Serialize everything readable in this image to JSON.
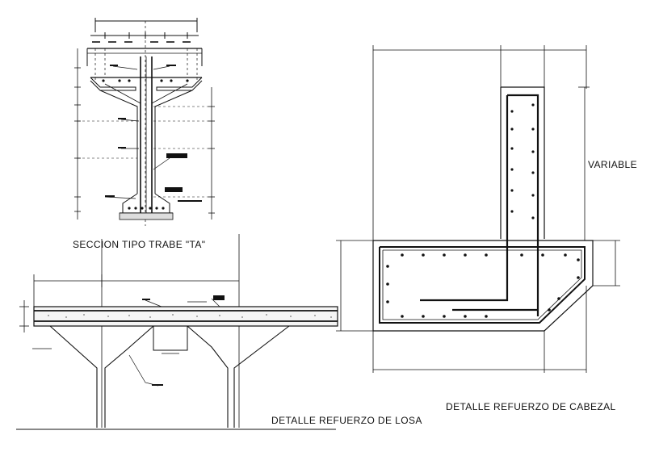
{
  "labels": {
    "seccion": "SECCION TIPO TRABE \"TA\"",
    "losa": "DETALLE REFUERZO DE LOSA",
    "cabezal": "DETALLE REFUERZO DE CABEZAL",
    "variable": "VARIABLE"
  },
  "colors": {
    "line": "#111111",
    "dim": "#333333",
    "rebar": "#111111",
    "concrete_fill": "#f7f7f7"
  }
}
